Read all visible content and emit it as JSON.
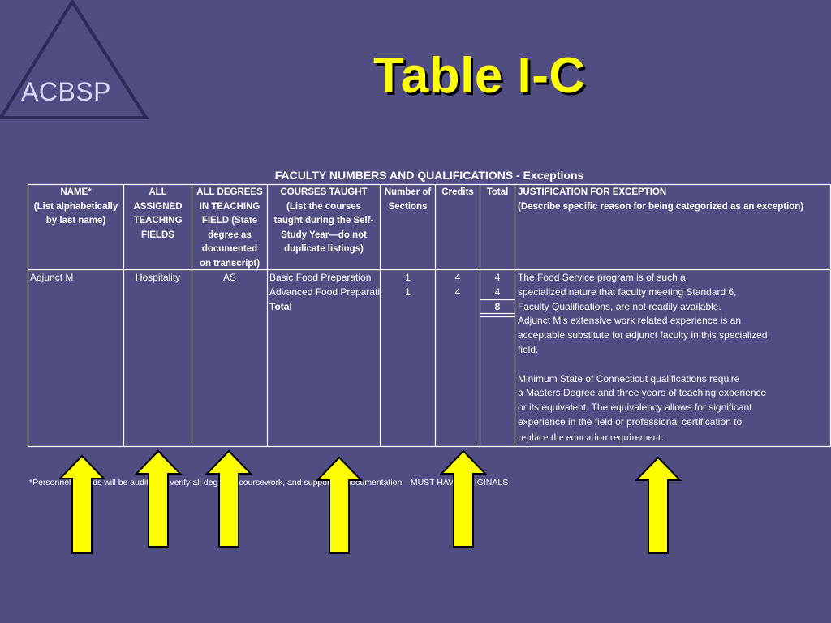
{
  "logo": {
    "text": "ACBSP"
  },
  "title": "Table I-C",
  "table": {
    "caption": "FACULTY NUMBERS AND QUALIFICATIONS - Exceptions",
    "headers": {
      "name": [
        "NAME*",
        "(List alphabetically",
        "by last name)"
      ],
      "fields": [
        "ALL",
        "ASSIGNED",
        "TEACHING",
        "FIELDS"
      ],
      "degrees": [
        "ALL DEGREES",
        "IN  TEACHING",
        "FIELD   (State",
        "degree as",
        "documented",
        "on transcript)"
      ],
      "courses": [
        "COURSES TAUGHT",
        "(List the courses",
        "taught during the Self-",
        "Study Year—do not",
        "duplicate listings)"
      ],
      "sections": [
        "Number of",
        "Sections"
      ],
      "credits": [
        "Credits"
      ],
      "total": [
        "Total"
      ],
      "justification": [
        "JUSTIFICATION FOR EXCEPTION",
        "(Describe specific reason for being categorized as an exception)"
      ]
    },
    "row": {
      "name": "Adjunct M",
      "fields": "Hospitality",
      "degrees": "AS",
      "courses": [
        "Basic Food Preparation",
        "Advanced Food Preparation",
        "Total"
      ],
      "sections": [
        "1",
        "1"
      ],
      "credits": [
        "4",
        "4"
      ],
      "totals": [
        "4",
        "4",
        "8"
      ],
      "justification": [
        "The Food Service program is of such a",
        "specialized nature that faculty meeting Standard 6,",
        "Faculty Qualifications, are not readily available.",
        "Adjunct M's extensive work related experience is an",
        "acceptable substitute for adjunct faculty in this specialized",
        "field.",
        "",
        "Minimum State of Connecticut qualifications require",
        "a Masters Degree and three years of teaching experience",
        "or its equivalent. The equivalency allows for significant",
        "experience in the field or professional certification to",
        "replace the education requirement."
      ]
    }
  },
  "footnote": "*Personnel records will be audited to verify all degrees, coursework, and supporting documentation—MUST HAVE ORIGINALS",
  "colors": {
    "background": "#4f4d81",
    "title": "#ffff00",
    "arrow": "#ffff00",
    "logo_text": "#d8d8ff"
  }
}
